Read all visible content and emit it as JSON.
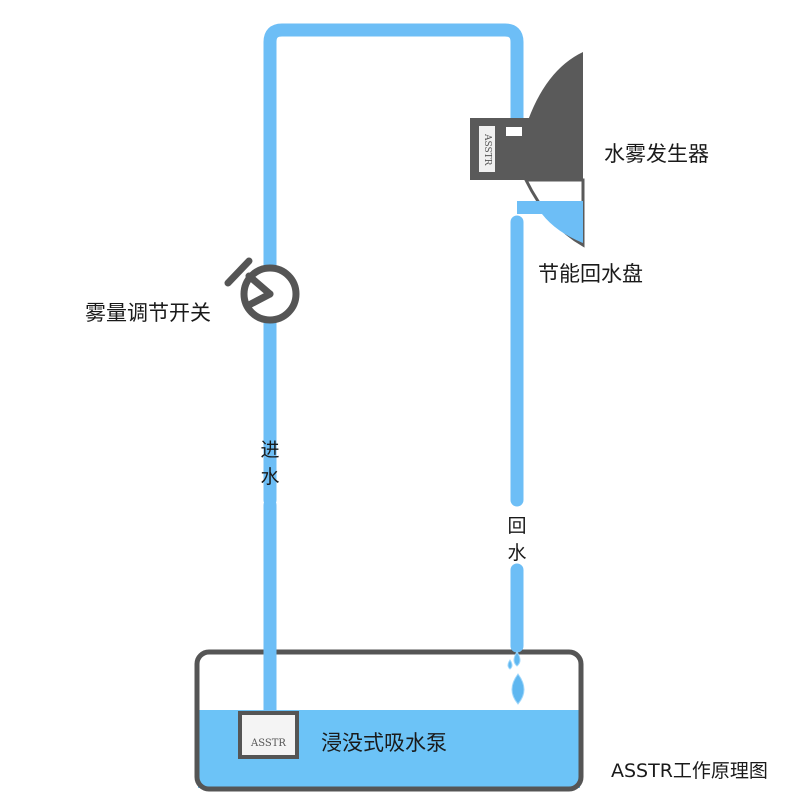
{
  "labels": {
    "mist_generator": "水雾发生器",
    "recovery_tray": "节能回水盘",
    "mist_valve": "雾量调节开关",
    "water_in": "进水",
    "water_return": "回水",
    "pump": "浸没式吸水泵",
    "caption": "ASSTR工作原理图"
  },
  "brand": {
    "generator_mark": "ASSTR",
    "pump_mark": "ASSTR"
  },
  "colors": {
    "pipe": "#6dbef6",
    "water": "#6cc3f7",
    "outline": "#555555",
    "generator": "#5a5a5a"
  }
}
